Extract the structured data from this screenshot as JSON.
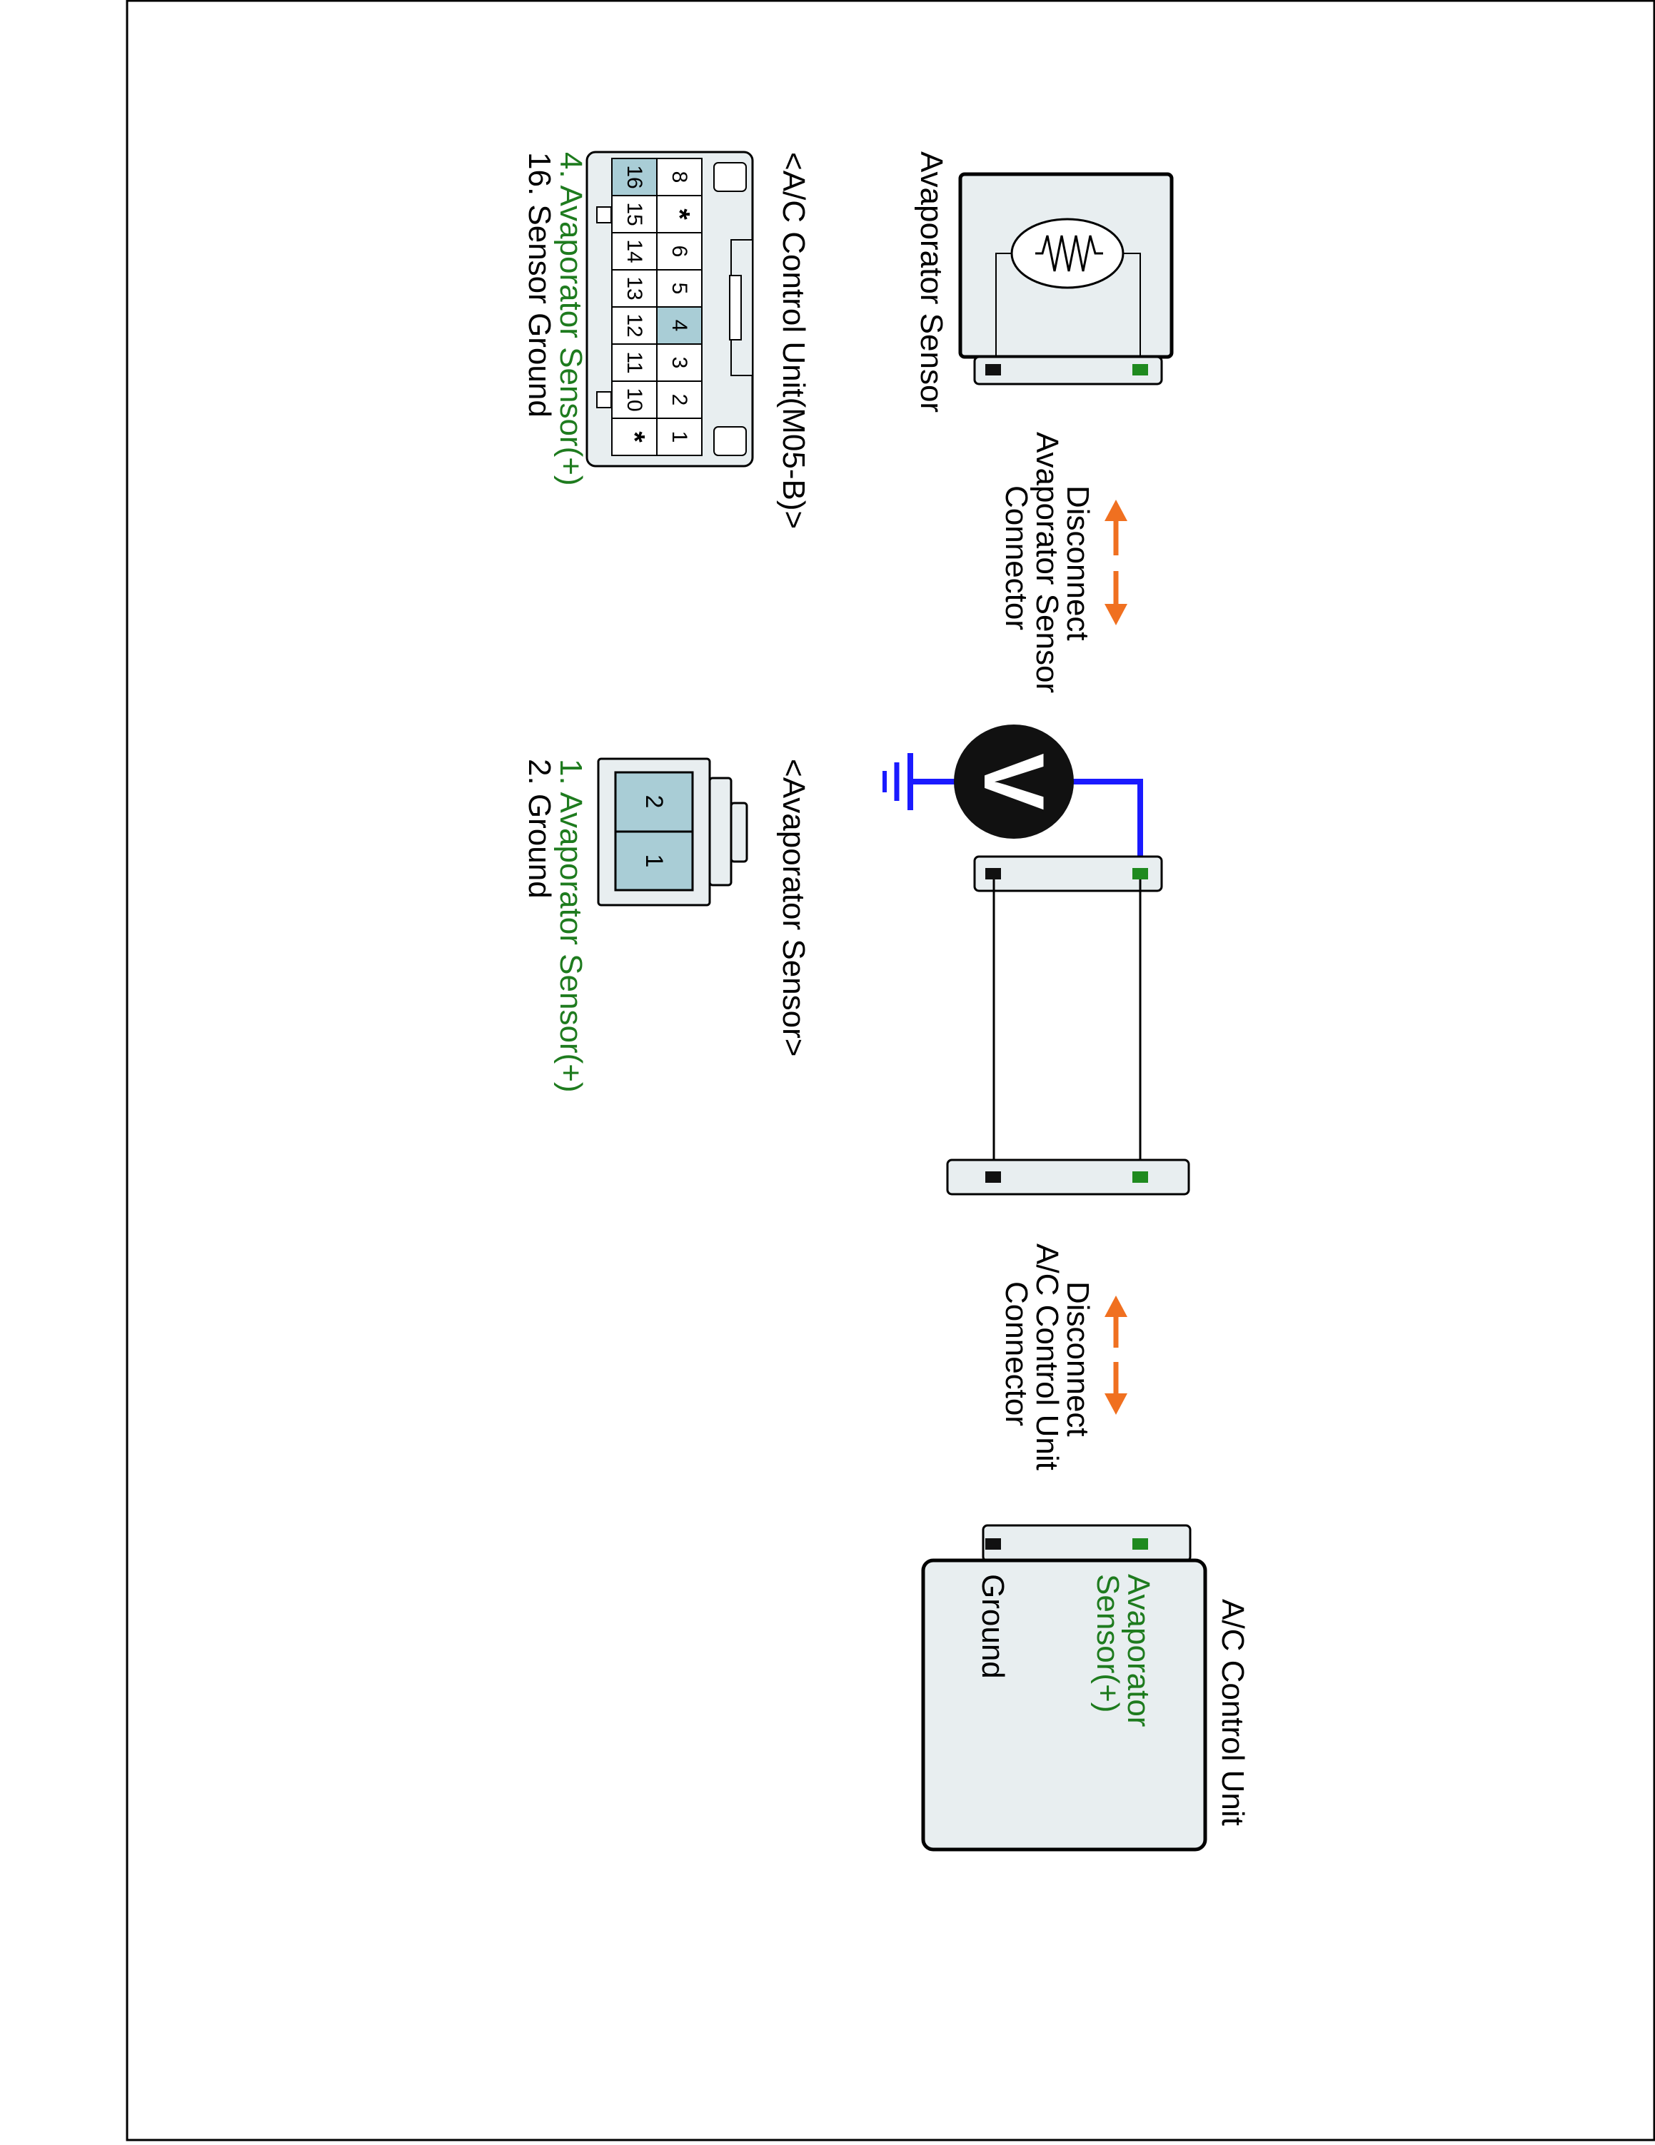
{
  "diagram": {
    "evaporator_sensor": {
      "label": "Avaporator Sensor"
    },
    "disconnect_sensor": {
      "line1": "Disconnect",
      "line2": "Avaporator Sensor",
      "line3": "Connector"
    },
    "disconnect_control": {
      "line1": "Disconnect",
      "line2": "A/C Control Unit",
      "line3": "Connector"
    },
    "meter": {
      "symbol": "V"
    },
    "control_unit": {
      "title": "A/C Control Unit",
      "sensor_line1": "Avaporator",
      "sensor_line2": "Sensor(+)",
      "ground": "Ground"
    },
    "connector_m05b": {
      "title": "<A/C Control Unit(M05-B)>",
      "top_row": [
        "8",
        "*",
        "6",
        "5",
        "4",
        "3",
        "2",
        "1"
      ],
      "bottom_row": [
        "16",
        "15",
        "14",
        "13",
        "12",
        "11",
        "10",
        "*"
      ],
      "highlighted": [
        "4",
        "16"
      ],
      "pin_labels": [
        {
          "text": "4. Avaporator Sensor(+)",
          "color": "#1e7b1e"
        },
        {
          "text": "16. Sensor Ground",
          "color": "#000000"
        }
      ]
    },
    "connector_sensor": {
      "title": "<Avaporator Sensor>",
      "pins": [
        "2",
        "1"
      ],
      "pin_labels": [
        {
          "text": "1. Avaporator Sensor(+)",
          "color": "#1e7b1e"
        },
        {
          "text": "2. Ground",
          "color": "#000000"
        }
      ]
    },
    "colors": {
      "wire_signal": "#1f8a1f",
      "wire_ground": "#111111",
      "probe": "#1a1aff",
      "arrow": "#f07020",
      "pin_highlight": "#a9cdd6",
      "body": "#e8eef0"
    }
  }
}
